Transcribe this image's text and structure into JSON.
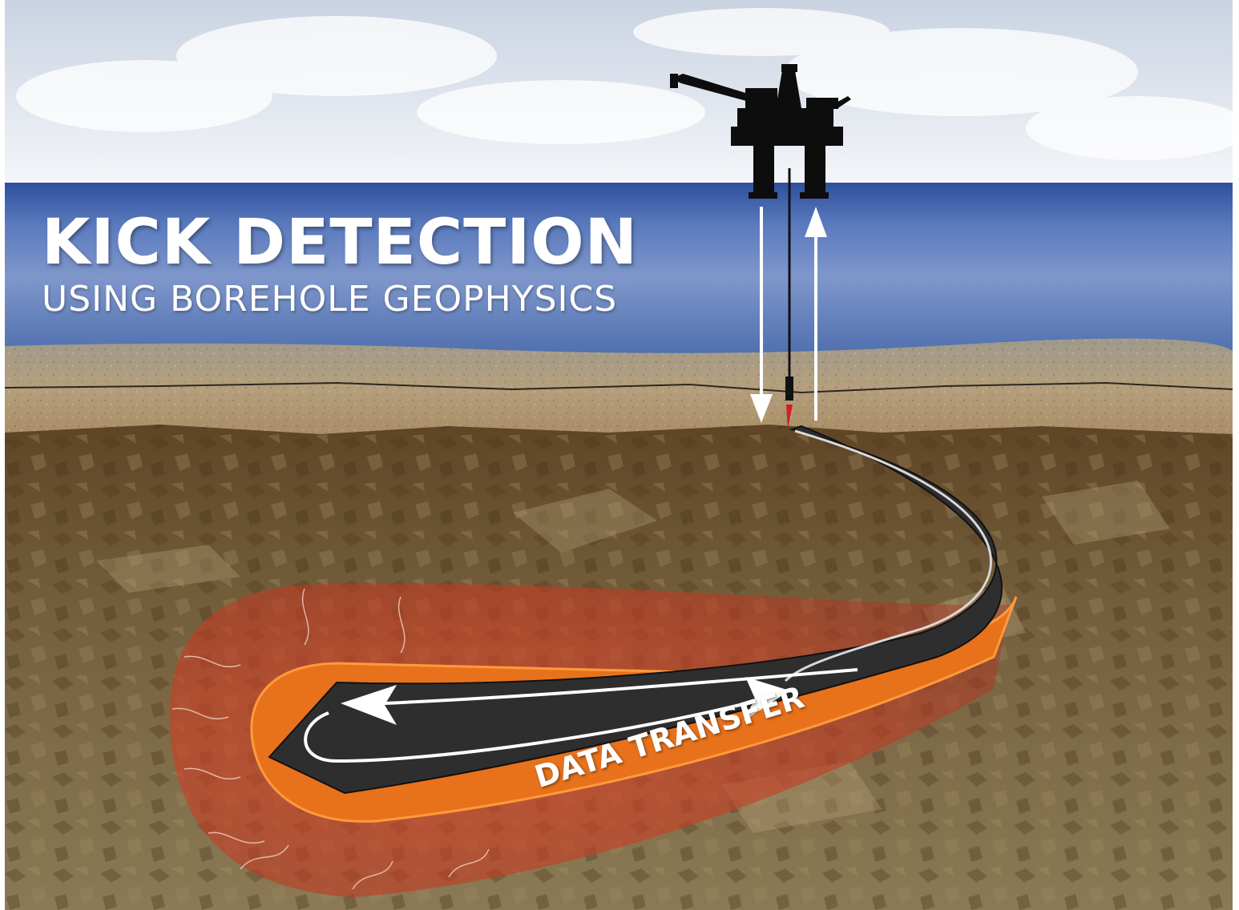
{
  "title": {
    "main": "KICK DETECTION",
    "subtitle": "USING BOREHOLE GEOPHYSICS"
  },
  "annotations": {
    "data_transfer": "DATA TRANSFER"
  },
  "colors": {
    "sky": "#e4e9f1",
    "ocean": "#5c7bbd",
    "ocean_deep": "#2f4f9a",
    "seabed": "#b39a74",
    "rock": "#6b5230",
    "zone_outer": "#c0392b",
    "zone_inner": "#e8721c",
    "pipe": "#2b2b2b",
    "arrow": "#ffffff"
  },
  "icons": {
    "platform": "oil-platform-icon"
  }
}
